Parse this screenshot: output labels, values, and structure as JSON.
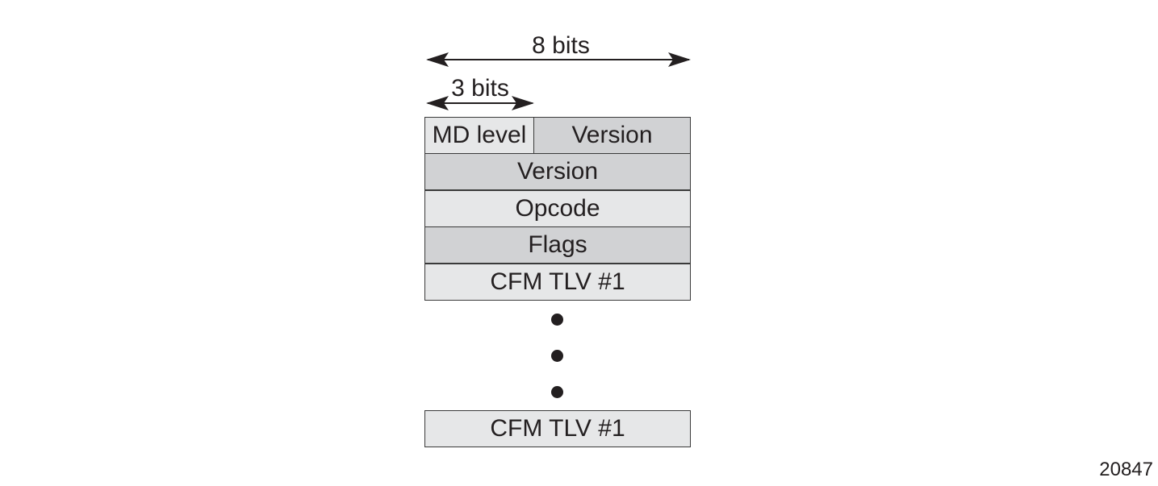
{
  "dimensions": {
    "full_width_label": "8 bits",
    "md_level_width_label": "3 bits"
  },
  "frame": {
    "row0": {
      "left": "MD level",
      "right": "Version"
    },
    "rows": [
      "Version",
      "Opcode",
      "Flags",
      "CFM TLV #1"
    ],
    "last_row": "CFM TLV #1"
  },
  "figure_id": "20847",
  "colors": {
    "light_cell": "#e6e7e8",
    "dark_cell": "#d1d2d4",
    "ink": "#231f20"
  }
}
